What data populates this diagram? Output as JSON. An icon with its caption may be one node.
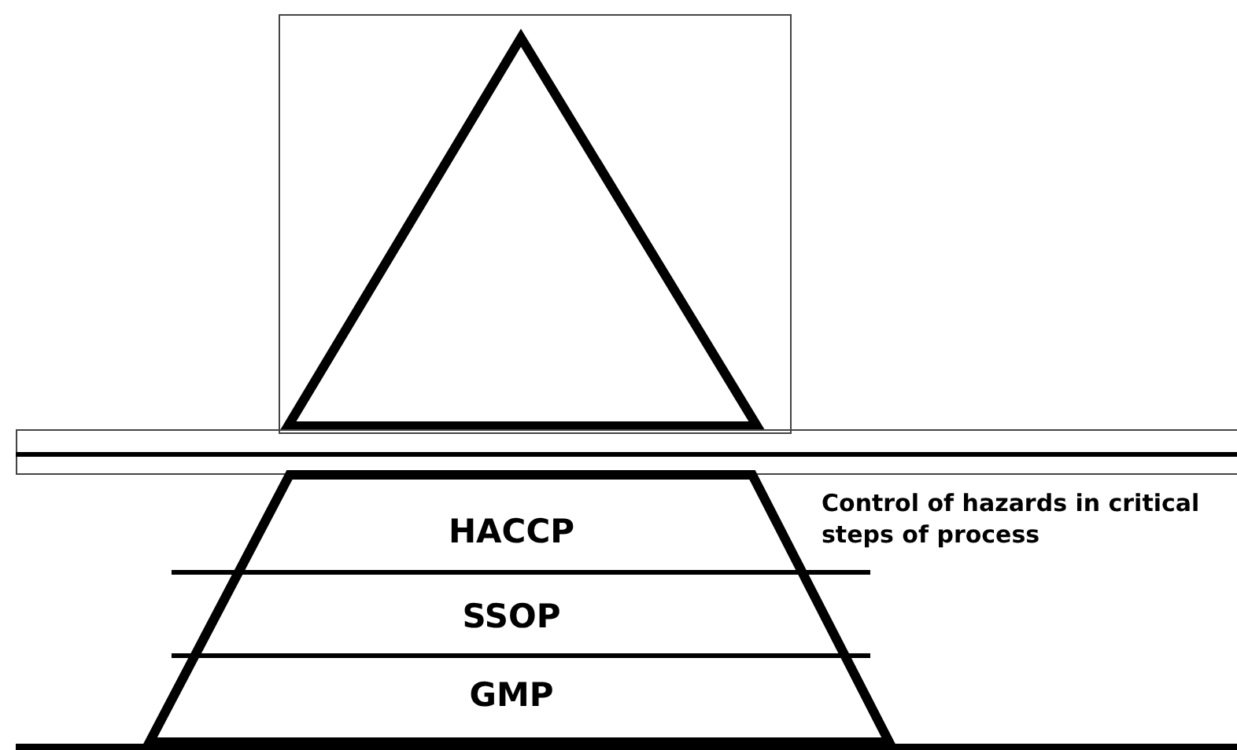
{
  "diagram": {
    "nodes": [
      {
        "text": [
          "HACCP"
        ]
      },
      {
        "text": [
          "SSOP"
        ]
      },
      {
        "text": [
          "GMP"
        ]
      }
    ],
    "labels": [
      "Control of hazards in critical steps of process"
    ]
  }
}
